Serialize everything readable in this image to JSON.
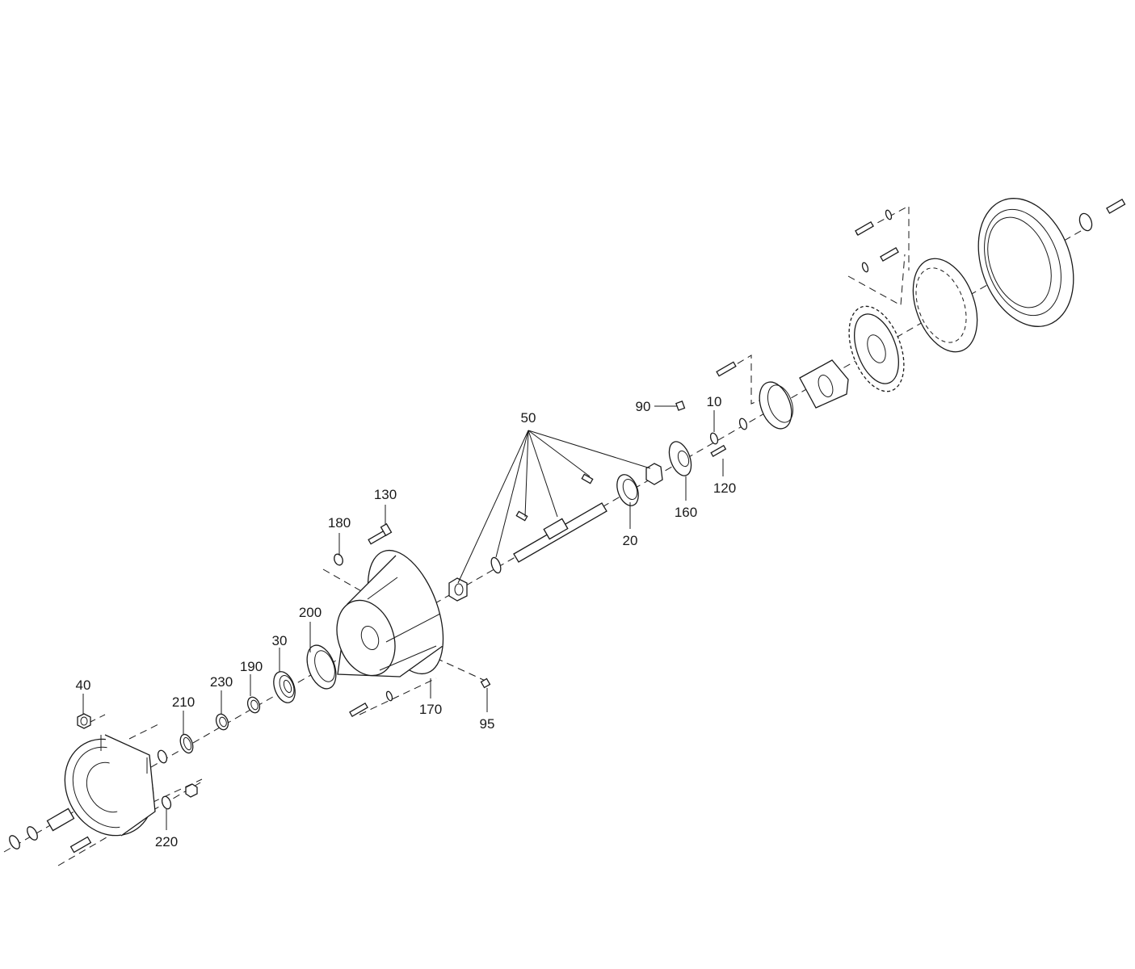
{
  "callouts": [
    {
      "id": "c10",
      "label": "10"
    },
    {
      "id": "c20",
      "label": "20"
    },
    {
      "id": "c30",
      "label": "30"
    },
    {
      "id": "c40",
      "label": "40"
    },
    {
      "id": "c50",
      "label": "50"
    },
    {
      "id": "c90",
      "label": "90"
    },
    {
      "id": "c95",
      "label": "95"
    },
    {
      "id": "c120",
      "label": "120"
    },
    {
      "id": "c130",
      "label": "130"
    },
    {
      "id": "c160",
      "label": "160"
    },
    {
      "id": "c170",
      "label": "170"
    },
    {
      "id": "c180",
      "label": "180"
    },
    {
      "id": "c190",
      "label": "190"
    },
    {
      "id": "c200",
      "label": "200"
    },
    {
      "id": "c210",
      "label": "210"
    },
    {
      "id": "c220",
      "label": "220"
    },
    {
      "id": "c230",
      "label": "230"
    }
  ]
}
